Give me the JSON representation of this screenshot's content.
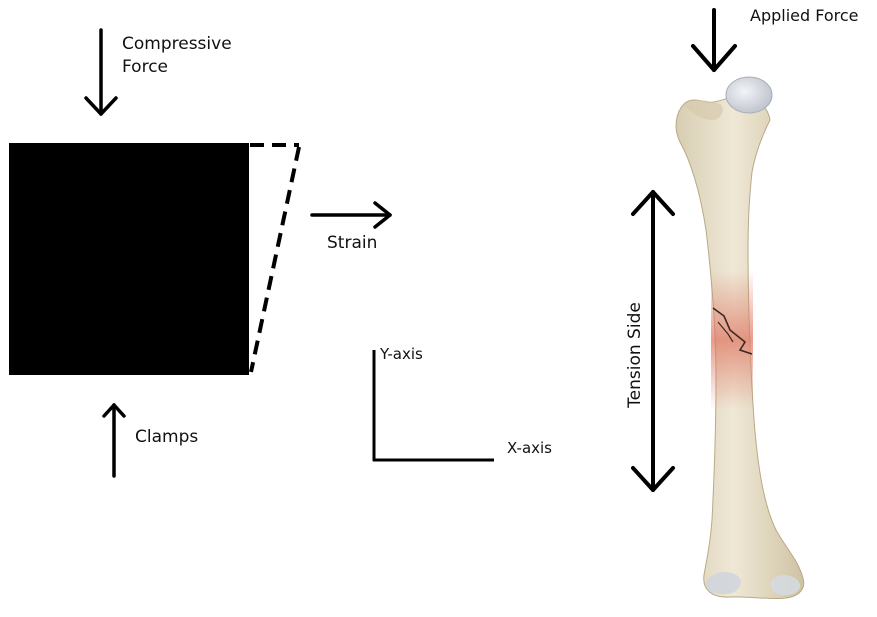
{
  "labels": {
    "compressive_force": "Compressive\nForce",
    "strain": "Strain",
    "clamps": "Clamps",
    "y_axis": "Y-axis",
    "x_axis": "X-axis",
    "applied_force": "Applied Force",
    "tension_side": "Tension Side"
  },
  "colors": {
    "ink": "#000000",
    "bone": "#e8e0cc",
    "bone_shadow": "#cbbf9f",
    "cartilage": "#d9dde4",
    "fracture": "#e07a66"
  }
}
